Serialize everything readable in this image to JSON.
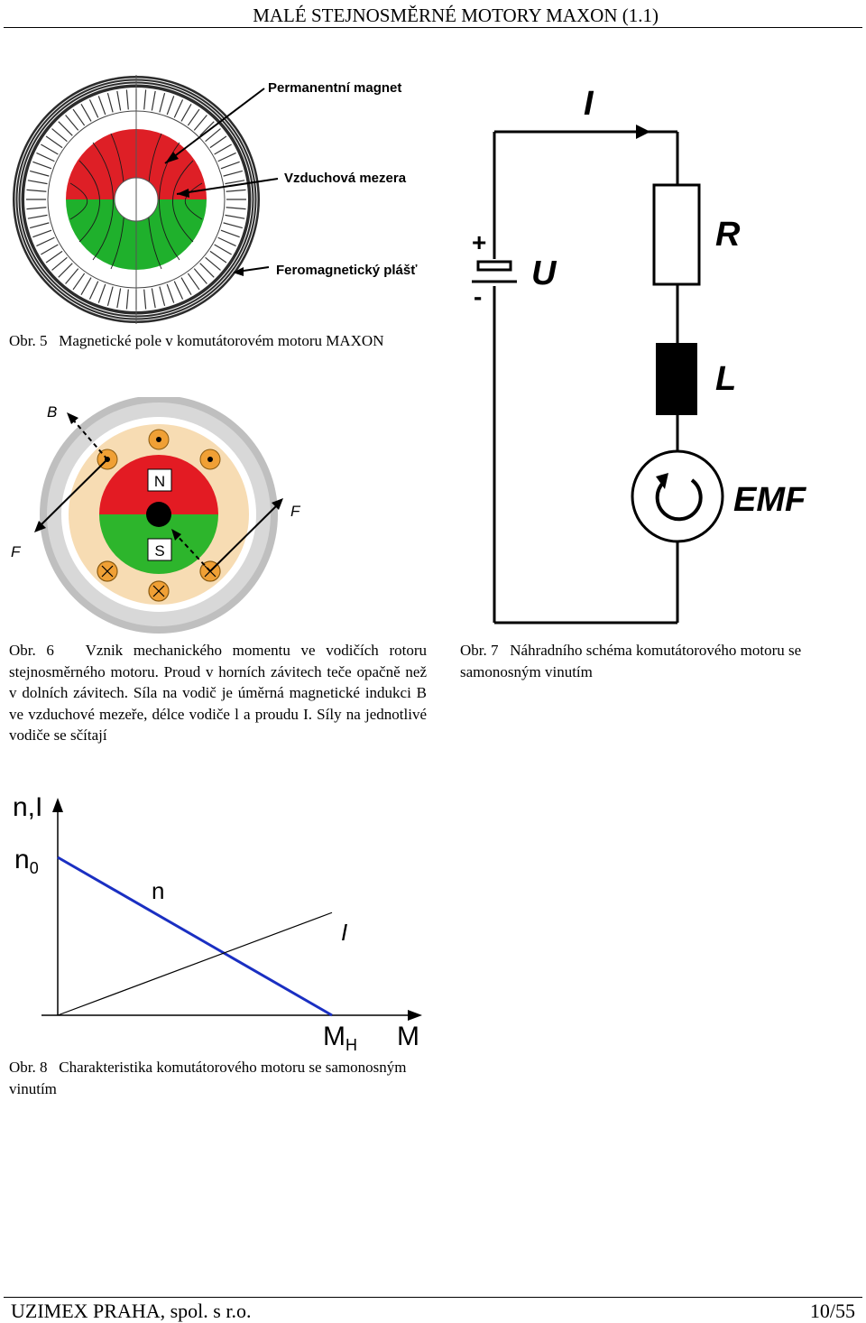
{
  "header": {
    "title": "MALÉ STEJNOSMĚRNÉ MOTORY MAXON (1.1)"
  },
  "fig5": {
    "labels": {
      "magnet": "Permanentní magnet",
      "gap": "Vzduchová mezera",
      "shell": "Feromagnetický plášť"
    },
    "caption_num": "Obr. 5",
    "caption": "Magnetické pole v komutátorovém motoru MAXON"
  },
  "fig6": {
    "labels": {
      "B": "B",
      "F_right": "F",
      "F_left": "F",
      "N": "N",
      "S": "S"
    },
    "caption_num": "Obr. 6",
    "caption": "Vznik mechanického momentu ve vodičích rotoru stejnosměrného motoru. Proud v horních závitech teče opačně než v dolních závitech. Síla na vodič je úměrná magnetické indukci B ve vzduchové mezeře, délce vodiče l a proudu I. Síly na jednotlivé vodiče se sčítají"
  },
  "fig7": {
    "labels": {
      "I": "I",
      "plus": "+",
      "minus": "-",
      "U": "U",
      "R": "R",
      "L": "L",
      "EMF": "EMF"
    },
    "caption_num": "Obr. 7",
    "caption": "Náhradního schéma komutátorového motoru se samonosným vinutím"
  },
  "fig8": {
    "caption_num": "Obr. 8",
    "caption": "Charakteristika komutátorového motoru se samonosným vinutím"
  },
  "chart_data": {
    "type": "line",
    "xlabel": "M",
    "ylabel": "n,I",
    "x_ticks": [
      "M",
      "H"
    ],
    "y_ticks": [
      "n",
      "0"
    ],
    "series": [
      {
        "name": "n",
        "color": "#1a2fc2",
        "x": [
          0,
          1
        ],
        "y": [
          1,
          0
        ]
      },
      {
        "name": "I",
        "color": "#000000",
        "x": [
          0,
          1
        ],
        "y": [
          0,
          0.65
        ]
      }
    ]
  },
  "footer": {
    "company": "UZIMEX PRAHA, spol. s r.o.",
    "page": "10/55"
  }
}
